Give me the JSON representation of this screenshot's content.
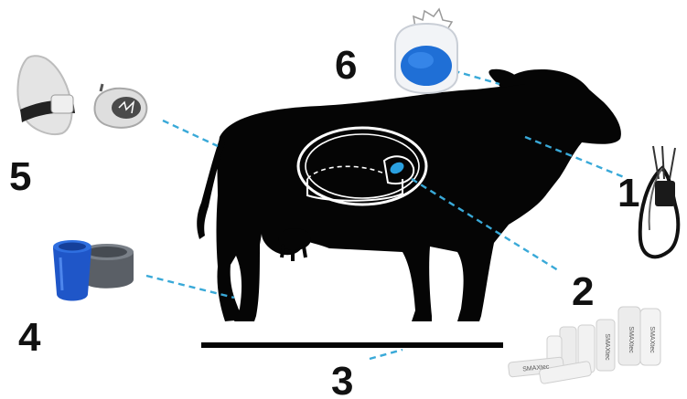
{
  "colors": {
    "silhouette": "#050505",
    "leader": "#39a9d8",
    "accent_blue": "#1f6fd6",
    "label": "#111111"
  },
  "callouts": [
    {
      "id": "1",
      "label": "1",
      "icon": "ear-tag-clip-icon"
    },
    {
      "id": "2",
      "label": "2",
      "icon": "rumen-bolus-icon"
    },
    {
      "id": "3",
      "label": "3",
      "icon": "floor-platform-icon"
    },
    {
      "id": "4",
      "label": "4",
      "icon": "hoof-boot-icon"
    },
    {
      "id": "5",
      "label": "5",
      "icon": "collar-sensor-icon"
    },
    {
      "id": "6",
      "label": "6",
      "icon": "ear-tag-icon"
    }
  ],
  "bolus_labels": [
    "SMAXtec",
    "SMAXtec",
    "SMAXtec",
    "SMAXtec"
  ]
}
